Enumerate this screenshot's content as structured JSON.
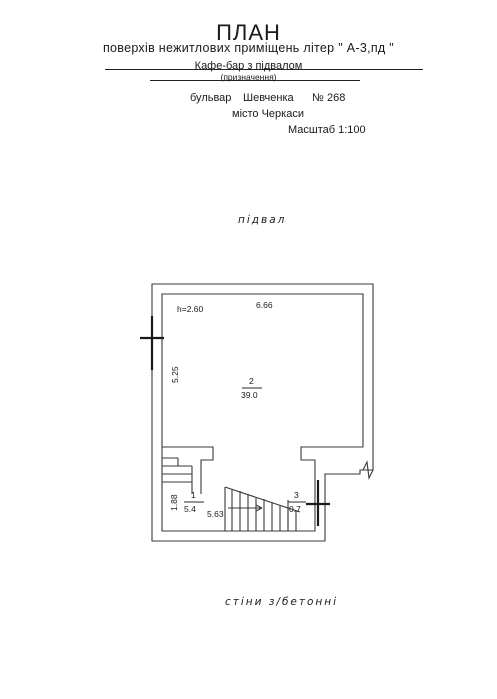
{
  "header": {
    "title": "ПЛАН",
    "subtitle": "поверхів нежитлових приміщень літер \" А-3,пд \"",
    "purpose": "Кафе-бар з підвалом",
    "purpose_note": "(призначення)",
    "street_type": "бульвар",
    "street_name": "Шевченка",
    "number_label": "№",
    "number": "268",
    "city": "місто Черкаси",
    "scale": "Масштаб 1:100"
  },
  "floor_label": "підвал",
  "rooms": [
    {
      "id": "room-2",
      "number": "2",
      "area": "39.0"
    },
    {
      "id": "room-1",
      "number": "1",
      "area": "5.4"
    },
    {
      "id": "room-3",
      "number": "3",
      "area": "0.7"
    }
  ],
  "dimensions": {
    "height": "h=2.60",
    "top_width": "6.66",
    "left_height": "5.25",
    "bottom_width": "5.63",
    "room1_height": "1.88"
  },
  "footer_note": "стіни з/бетонні"
}
